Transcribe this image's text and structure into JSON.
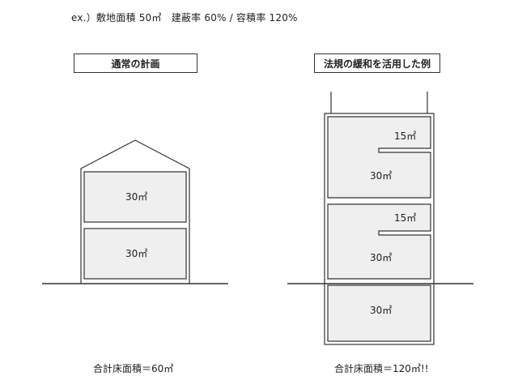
{
  "caption": "ex.）敷地面積 50㎡　建蔽率 60% / 容積率 120%",
  "left": {
    "title": "通常の計画",
    "floors": [
      "30㎡",
      "30㎡"
    ],
    "total": "合計床面積＝60㎡"
  },
  "right": {
    "title": "法規の緩和を活用した例",
    "floors": [
      {
        "upper": "15㎡",
        "lower": "30㎡"
      },
      {
        "upper": "15㎡",
        "lower": "30㎡"
      },
      {
        "lower": "30㎡"
      }
    ],
    "total": "合計床面積＝120㎡!!"
  },
  "colors": {
    "line": "#333333",
    "room_fill": "#efefef"
  }
}
